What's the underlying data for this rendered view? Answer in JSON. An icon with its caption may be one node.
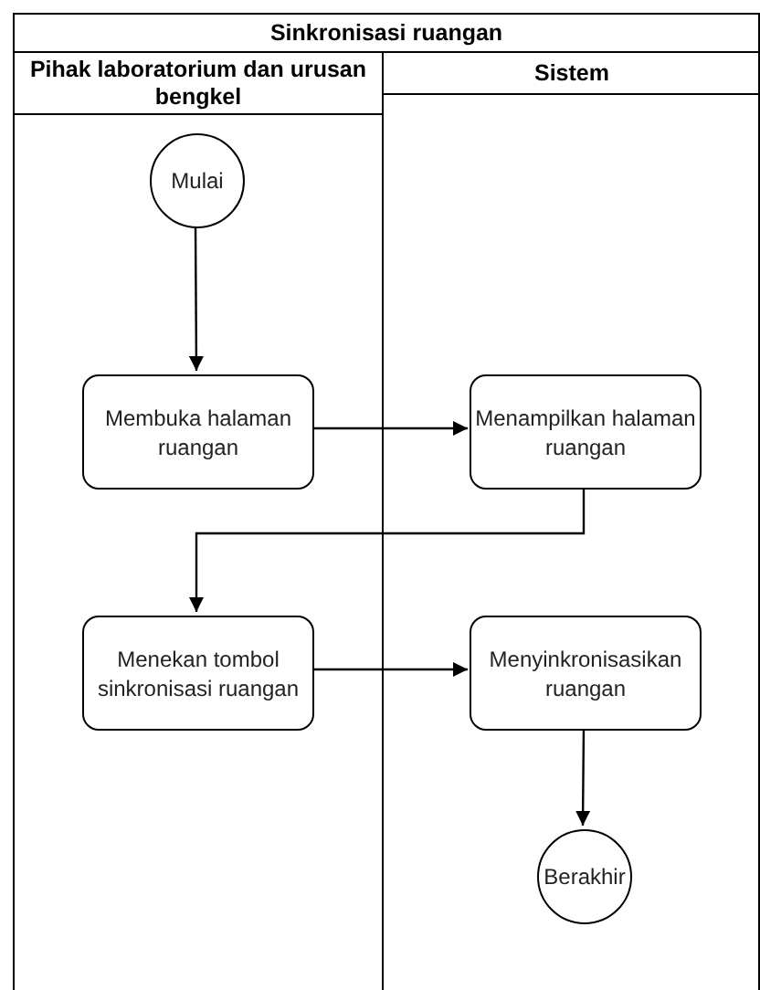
{
  "diagram": {
    "nodes": [
      {
        "text": [
          "Sinkronisasi ruangan"
        ]
      },
      {
        "text": [
          "Pihak laboratorium dan urusan bengkel"
        ],
        "in": 0
      },
      {
        "text": [
          "Sistem"
        ],
        "in": 0
      },
      {
        "text": [
          "Mulai"
        ],
        "in": 1
      },
      {
        "text": [
          "Membuka halaman ruangan"
        ],
        "in": 1
      },
      {
        "text": [
          "Menampilkan halaman ruangan"
        ],
        "in": 2
      },
      {
        "text": [
          "Menekan tombol sinkronisasi ruangan"
        ],
        "in": 1
      },
      {
        "text": [
          "Menyinkronisasikan ruangan"
        ],
        "in": 2
      },
      {
        "text": [
          "Berakhir"
        ],
        "in": 2
      }
    ],
    "edges": [
      {
        "from": 3,
        "to": 4,
        "arrow": "to"
      },
      {
        "from": 4,
        "to": 5,
        "arrow": "to"
      },
      {
        "from": 5,
        "to": 6,
        "arrow": "to"
      },
      {
        "from": 6,
        "to": 7,
        "arrow": "to"
      },
      {
        "from": 7,
        "to": 8,
        "arrow": "to"
      }
    ]
  }
}
